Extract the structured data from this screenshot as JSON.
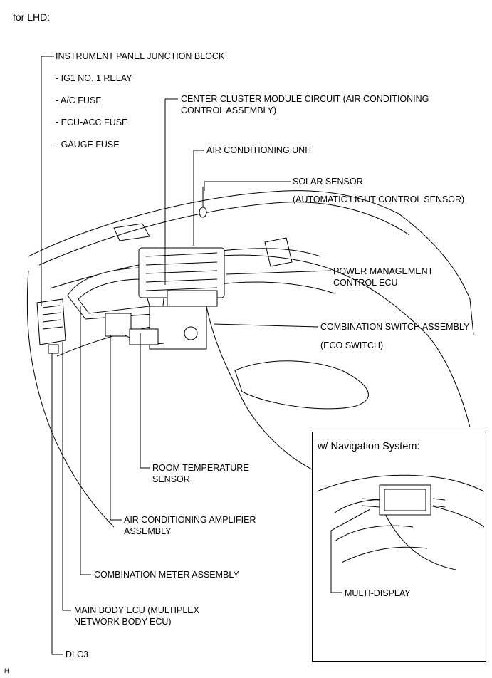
{
  "header": {
    "title": "for LHD:"
  },
  "labels": {
    "ip_junction_block": "INSTRUMENT PANEL JUNCTION BLOCK",
    "ig1_relay": "- IG1 NO. 1 RELAY",
    "ac_fuse": "- A/C FUSE",
    "ecu_acc_fuse": "- ECU-ACC FUSE",
    "gauge_fuse": "- GAUGE FUSE",
    "center_cluster_line1": "CENTER CLUSTER MODULE CIRCUIT (AIR CONDITIONING",
    "center_cluster_line2": "CONTROL ASSEMBLY)",
    "air_conditioning_unit": "AIR CONDITIONING UNIT",
    "solar_sensor": "SOLAR SENSOR",
    "solar_sensor_sub": "(AUTOMATIC LIGHT CONTROL SENSOR)",
    "power_mgmt_line1": "POWER MANAGEMENT",
    "power_mgmt_line2": "CONTROL ECU",
    "combination_switch": "COMBINATION SWITCH ASSEMBLY",
    "eco_switch": "(ECO SWITCH)",
    "room_temp_line1": "ROOM TEMPERATURE",
    "room_temp_line2": "SENSOR",
    "ac_amplifier_line1": "AIR CONDITIONING AMPLIFIER",
    "ac_amplifier_line2": "ASSEMBLY",
    "combination_meter": "COMBINATION METER ASSEMBLY",
    "main_body_ecu_line1": "MAIN BODY ECU (MULTIPLEX",
    "main_body_ecu_line2": "NETWORK BODY ECU)",
    "dlc3": "DLC3"
  },
  "inset": {
    "title": "w/ Navigation System:",
    "multi_display": "MULTI-DISPLAY"
  },
  "footer": {
    "code": "H"
  }
}
